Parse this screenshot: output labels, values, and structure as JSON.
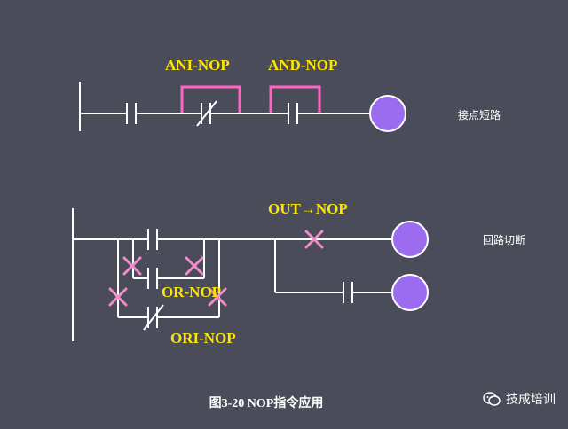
{
  "top_rung": {
    "labels": {
      "ani_nop": "ANI-NOP",
      "and_nop": "AND-NOP"
    },
    "side_text": "接点短路"
  },
  "bottom_rung": {
    "labels": {
      "out_nop": "OUT→NOP",
      "or_nop": "OR-NOP",
      "ori_nop": "ORI-NOP"
    },
    "side_text": "回路切断"
  },
  "caption": "图3-20  NOP指令应用",
  "watermark": "技成培训",
  "colors": {
    "background": "#4a4c5a",
    "line": "#ffffff",
    "label": "#ffe600",
    "short_bridge": "#ff66c4",
    "cross_mark": "#f08cc8",
    "coil_fill": "#9b6cf0"
  }
}
